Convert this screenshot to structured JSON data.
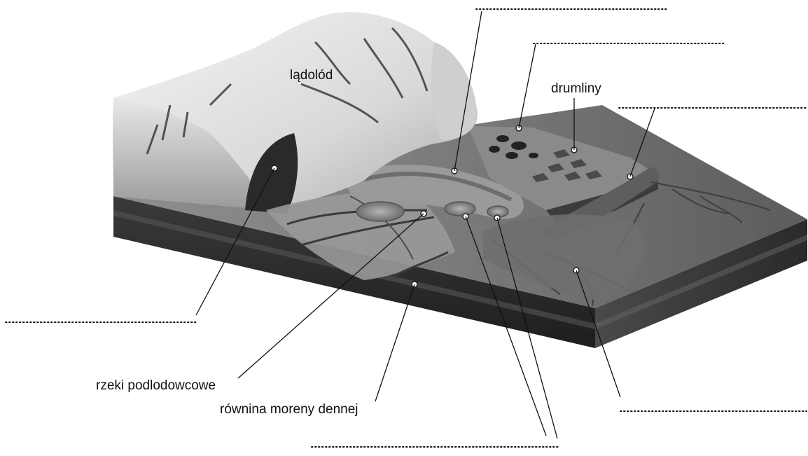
{
  "diagram": {
    "labels": {
      "ladolod": "lądolód",
      "drumliny": "drumliny",
      "rzeki_podlodowcowe": "rzeki podlodowcowe",
      "rownina_moreny_dennej": "równina moreny dennej"
    },
    "blank_answer_lines": 6
  }
}
